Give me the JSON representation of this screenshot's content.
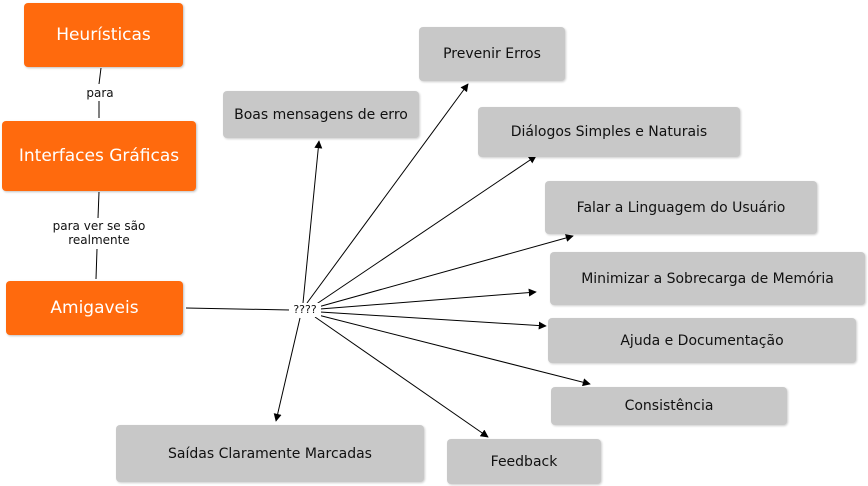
{
  "diagram": {
    "main_nodes": {
      "heuristicas": "Heurísticas",
      "interfaces": "Interfaces Gráficas",
      "amigaveis": "Amigaveis"
    },
    "link_labels": {
      "para": "para",
      "para_ver_1": "para ver se são",
      "para_ver_2": "realmente"
    },
    "hub": "????",
    "targets": {
      "prevenir_erros": "Prevenir Erros",
      "boas_mensagens": "Boas mensagens de erro",
      "dialogos": "Diálogos Simples e Naturais",
      "linguagem": "Falar a Linguagem do Usuário",
      "sobrecarga": "Minimizar a Sobrecarga de Memória",
      "ajuda": "Ajuda e Documentação",
      "consistencia": "Consistência",
      "feedback": "Feedback",
      "saidas": "Saídas Claramente Marcadas"
    },
    "colors": {
      "main_node": "#ff6a0d",
      "target_node": "#c8c8c8",
      "edge": "#000000"
    }
  }
}
